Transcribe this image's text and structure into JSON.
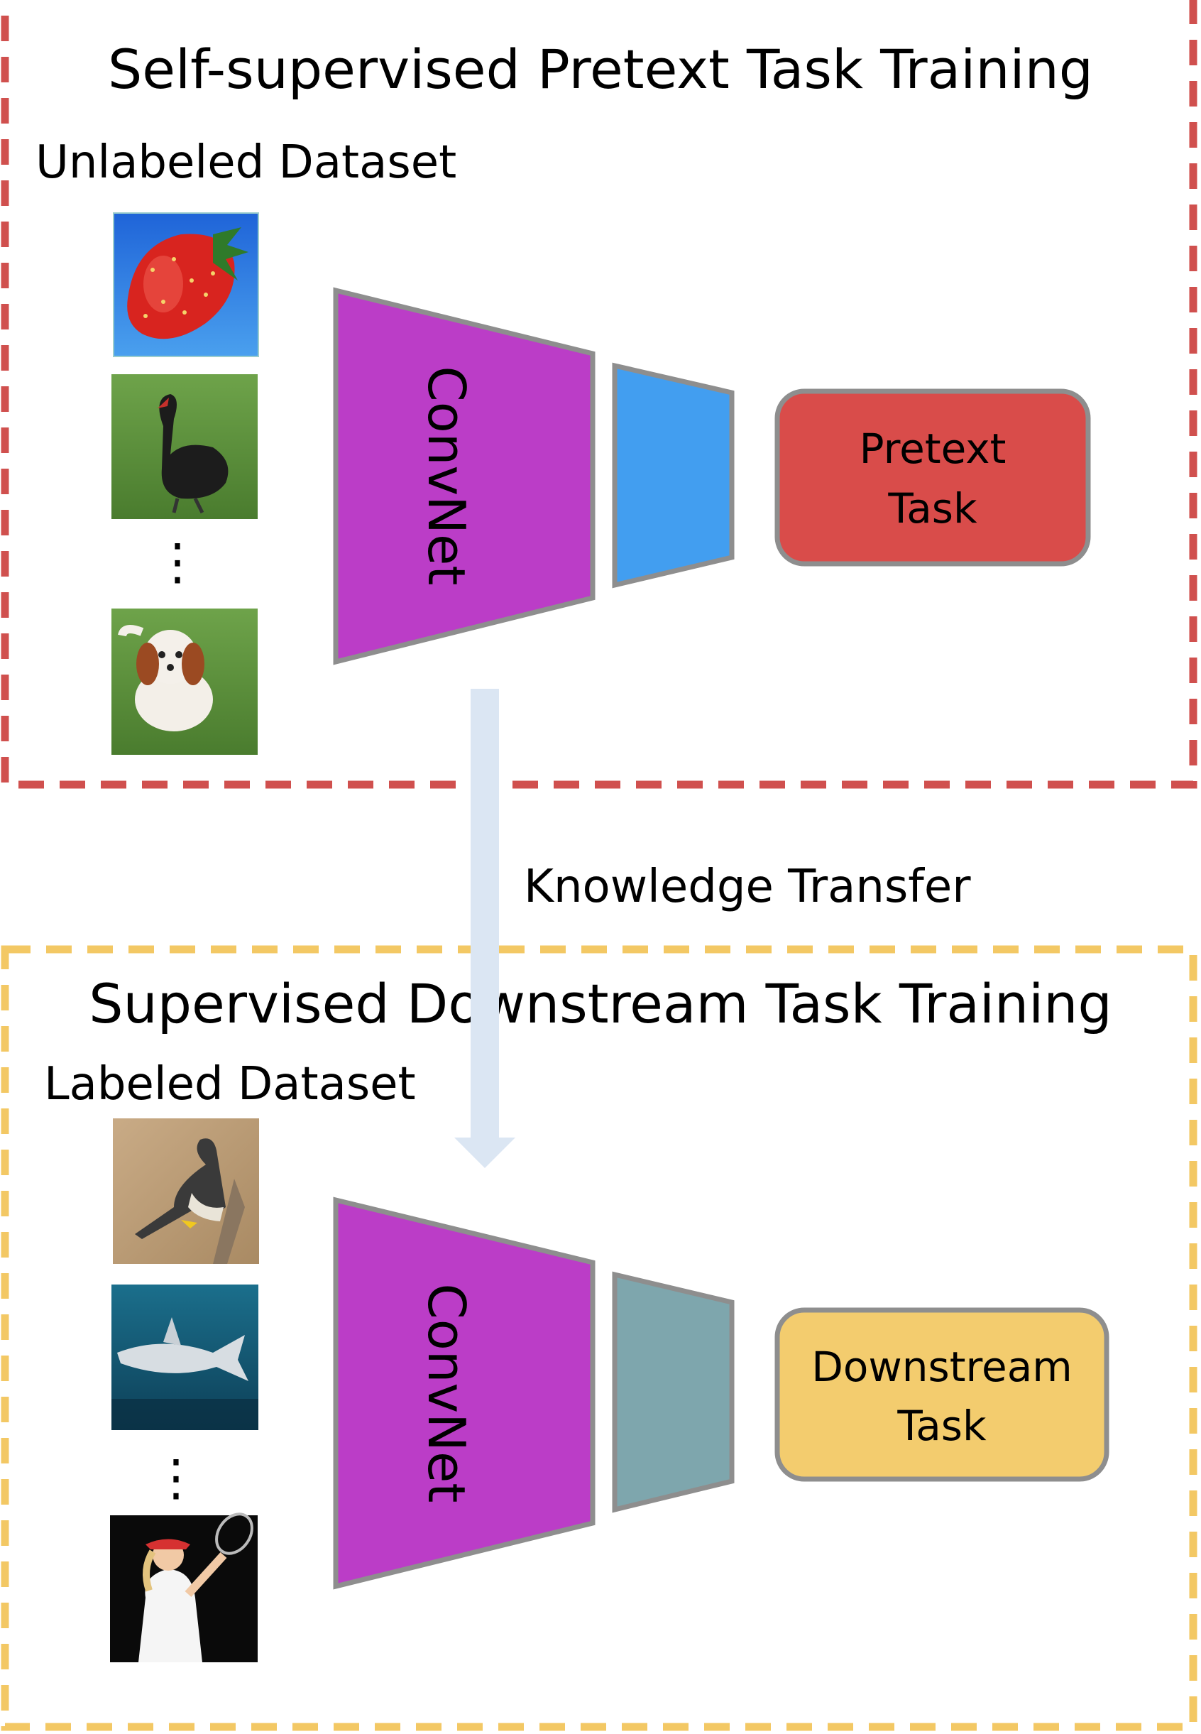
{
  "top_section": {
    "title": "Self-supervised Pretext Task Training",
    "dataset_label": "Unlabeled Dataset",
    "images": [
      "strawberry-image",
      "black-swan-image",
      "dog-image"
    ],
    "ellipsis": "⋮",
    "network_label": "ConvNet",
    "task_label_line1": "Pretext",
    "task_label_line2": "Task",
    "border_color": "#d0504e",
    "head_color": "#429ef0",
    "task_color": "#d94c4a"
  },
  "transfer": {
    "label": "Knowledge Transfer",
    "arrow_color": "#dbe6f3"
  },
  "bottom_section": {
    "title": "Supervised Downstream Task Training",
    "dataset_label": "Labeled Dataset",
    "images": [
      "bird-image",
      "shark-image",
      "tennis-player-image"
    ],
    "ellipsis": "⋮",
    "network_label": "ConvNet",
    "task_label_line1": "Downstream",
    "task_label_line2": "Task",
    "border_color": "#f3c864",
    "head_color": "#7ea6ad",
    "task_color": "#f3cc6e"
  },
  "convnet_color": "#bb3dc7"
}
